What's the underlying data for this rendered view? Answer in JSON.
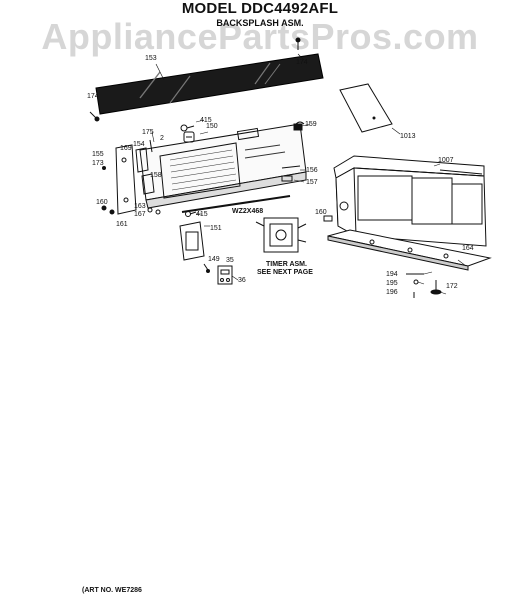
{
  "header": {
    "title": "MODEL DDC4492AFL",
    "subtitle": "BACKSPLASH ASM.",
    "watermark": "AppliancePartsPros.com"
  },
  "parts": {
    "p153": "153",
    "p174a": "174",
    "p174b": "174",
    "p415a": "415",
    "p150": "150",
    "p175": "175",
    "p159": "159",
    "p1013": "1013",
    "p155": "155",
    "p169": "169",
    "p154": "154",
    "p2": "2",
    "p173": "173",
    "p158": "158",
    "p156": "156",
    "p157": "157",
    "p1007": "1007",
    "p160a": "160",
    "p163": "163",
    "p167": "167",
    "p161": "161",
    "p415b": "415",
    "p160b": "160",
    "p151": "151",
    "p164": "164",
    "p149": "149",
    "p35": "35",
    "p36": "36",
    "p194": "194",
    "p195": "195",
    "p196": "196",
    "p172": "172"
  },
  "labels": {
    "part_wz": "WZ2X468",
    "timer_line1": "TIMER ASM.",
    "timer_line2": "SEE NEXT PAGE"
  },
  "footer": {
    "art_no": "(ART NO. WE7286"
  }
}
